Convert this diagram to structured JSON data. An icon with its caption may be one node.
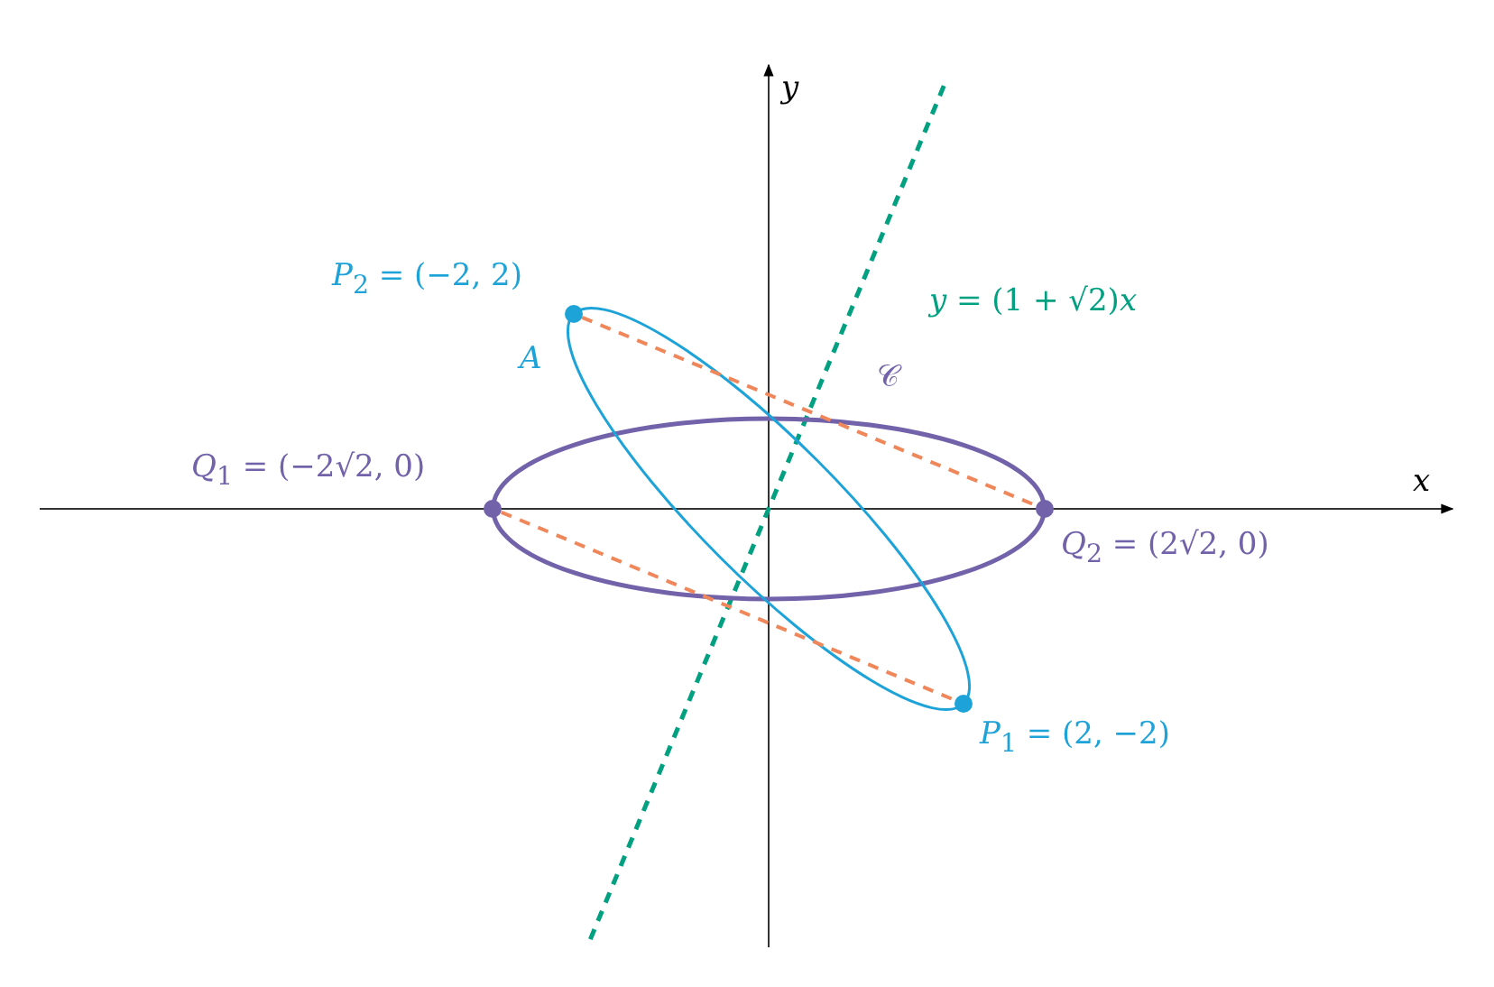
{
  "diagram": {
    "nodes": [
      {
        "text": [],
        "shape": "circle",
        "beside": [
          "*P*$_{2}$ = (−2, 2)"
        ]
      },
      {
        "text": [],
        "shape": "circle",
        "beside": [
          "*Q*$_{1}$ = (−2√2, 0)"
        ]
      },
      {
        "text": [],
        "shape": "circle",
        "beside": [
          "*Q*$_{2}$ = (2√2, 0)"
        ]
      },
      {
        "text": [],
        "shape": "circle",
        "beside": [
          "*P*$_{1}$ = (2, −2)"
        ]
      }
    ],
    "edges": [
      {
        "from": 0,
        "to": 2,
        "arrow": "none",
        "style": "dashed",
        "color": "#f0875a"
      },
      {
        "from": 1,
        "to": 3,
        "arrow": "none",
        "style": "dashed",
        "color": "#f0875a"
      }
    ],
    "labels": [
      "*y*",
      "*y* = (1 + √2)*x*",
      "*A*",
      "𝒞",
      "*x*"
    ]
  }
}
